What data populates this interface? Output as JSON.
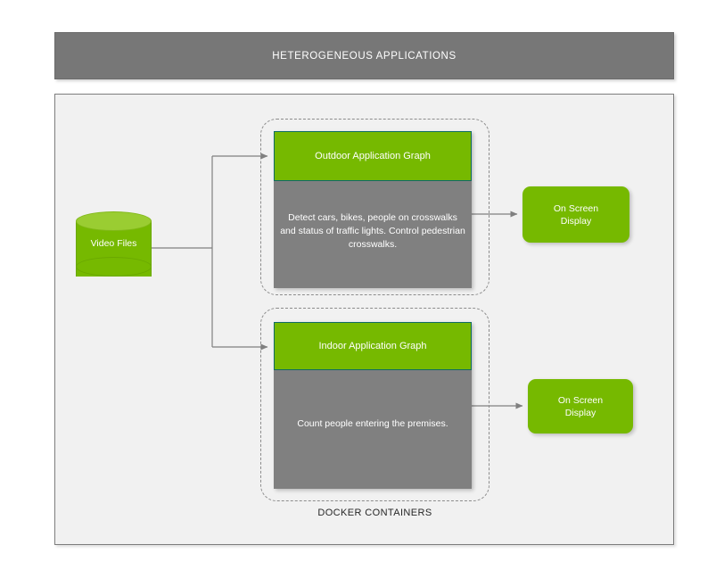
{
  "header": {
    "title": "HETEROGENEOUS APPLICATIONS"
  },
  "source": {
    "label": "Video Files",
    "shape": "cylinder-database"
  },
  "containers": {
    "caption": "DOCKER CONTAINERS",
    "items": [
      {
        "id": "outdoor",
        "head_label": "Outdoor Application Graph",
        "body_text": "Detect cars, bikes, people on crosswalks and status of traffic lights. Control pedestrian crosswalks."
      },
      {
        "id": "indoor",
        "head_label": "Indoor Application Graph",
        "body_text": "Count people entering the premises."
      }
    ]
  },
  "outputs": [
    {
      "id": "osd-outdoor",
      "label": "On Screen\nDisplay"
    },
    {
      "id": "osd-indoor",
      "label": "On Screen\nDisplay"
    }
  ],
  "colors": {
    "brand_green": "#76b900",
    "cylinder_top_green": "#9acd32",
    "body_gray": "#808080",
    "header_gray": "#777777",
    "panel_bg": "#f1f1f1",
    "panel_border": "#7d7d7d",
    "dashed_border": "#8c8c8c",
    "connector": "#808080",
    "head_border": "#0f6b63",
    "text_light": "#ffffff",
    "text_dark": "#262626"
  }
}
